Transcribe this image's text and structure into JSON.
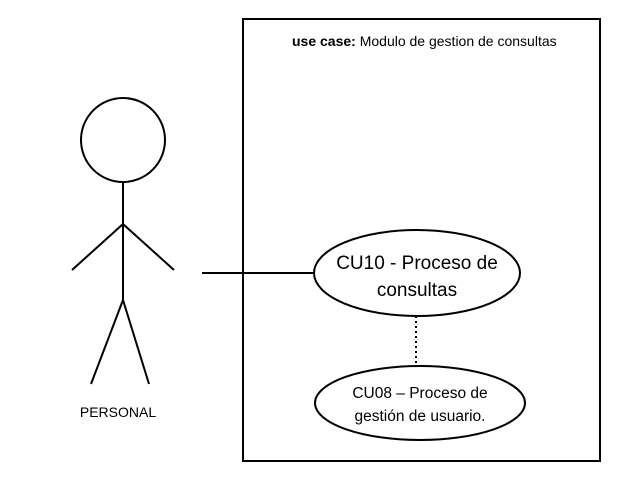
{
  "system": {
    "stereotype": "use case:",
    "name": "Modulo de gestion de consultas"
  },
  "actor": {
    "name": "PERSONAL"
  },
  "use_cases": [
    {
      "line1": "CU10 - Proceso de",
      "line2": "consultas"
    },
    {
      "line1": "CU08 – Proceso de",
      "line2": "gestión de usuario."
    }
  ],
  "colors": {
    "line": "#000000",
    "background": "#ffffff"
  }
}
